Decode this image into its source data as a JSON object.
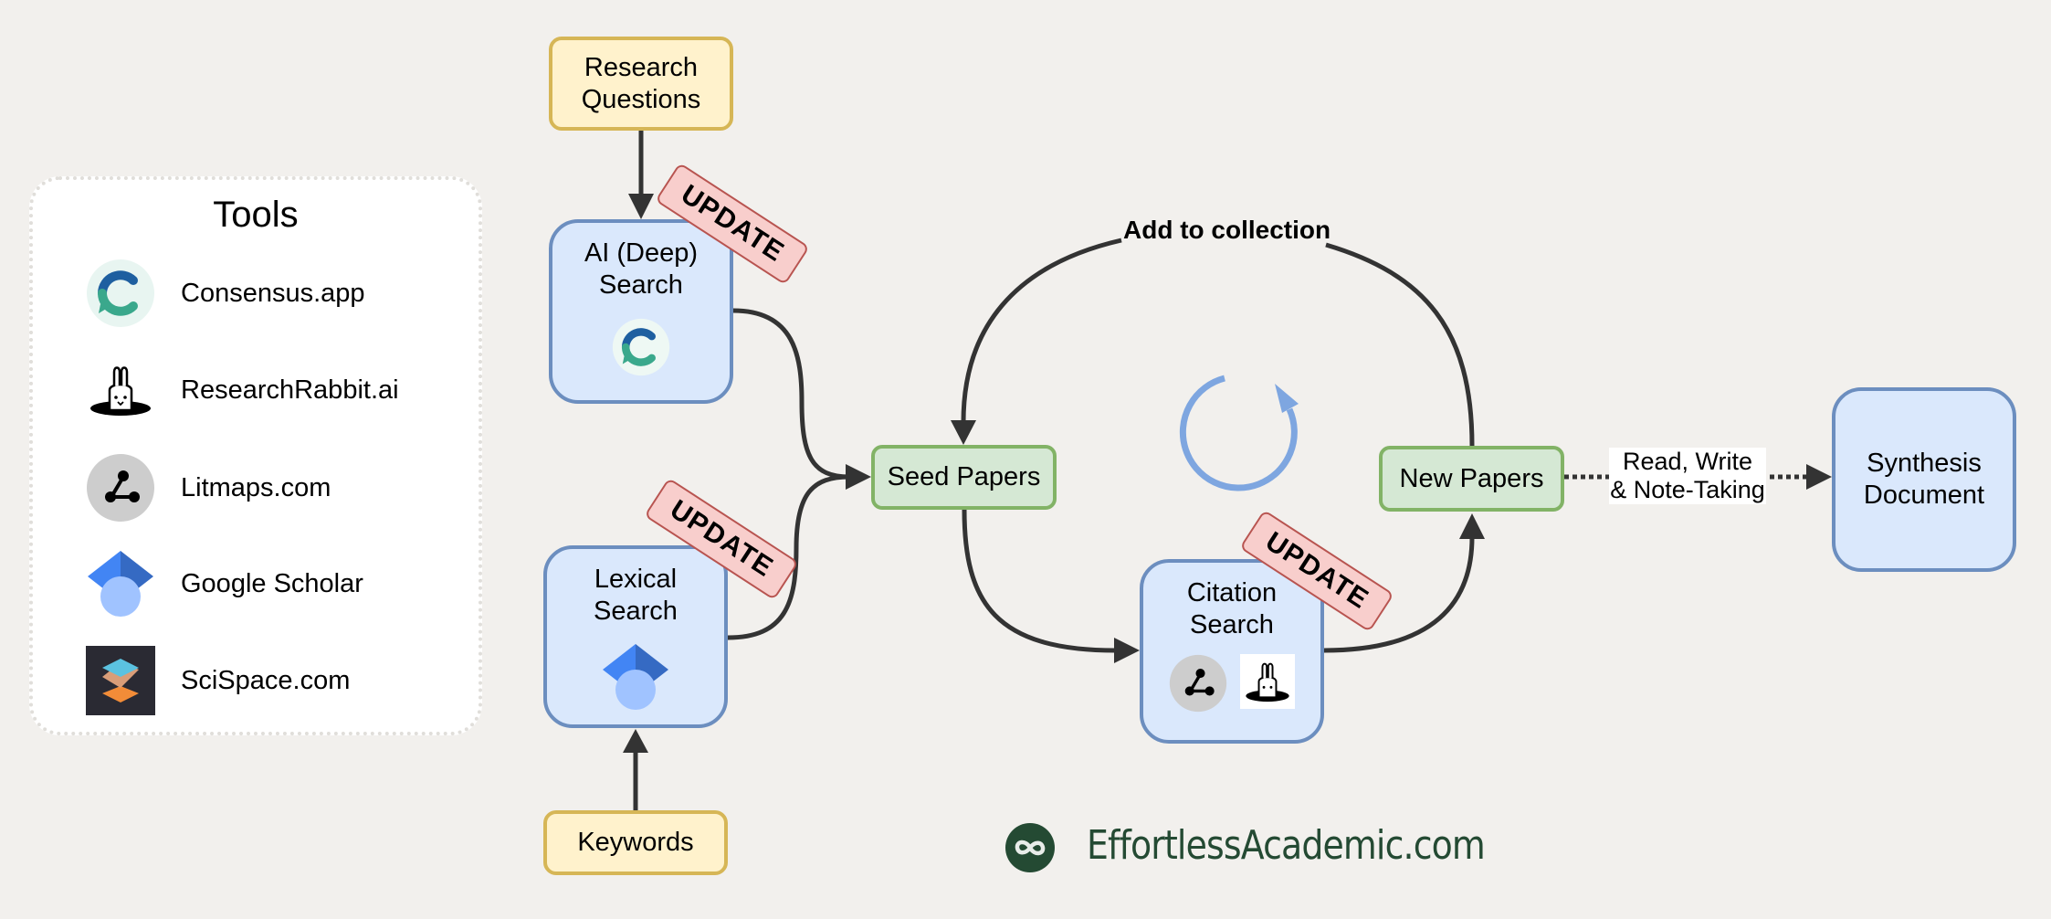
{
  "tools_panel": {
    "title": "Tools",
    "items": [
      {
        "icon": "consensus-icon",
        "label": "Consensus.app"
      },
      {
        "icon": "researchrabbit-icon",
        "label": "ResearchRabbit.ai"
      },
      {
        "icon": "litmaps-icon",
        "label": "Litmaps.com"
      },
      {
        "icon": "google-scholar-icon",
        "label": "Google Scholar"
      },
      {
        "icon": "scispace-icon",
        "label": "SciSpace.com"
      }
    ]
  },
  "nodes": {
    "research_questions": "Research\nQuestions",
    "ai_search": "AI (Deep)\nSearch",
    "lexical_search": "Lexical\nSearch",
    "keywords": "Keywords",
    "seed_papers": "Seed Papers",
    "citation_search": "Citation\nSearch",
    "new_papers": "New Papers",
    "synthesis": "Synthesis\nDocument"
  },
  "badges": {
    "ai_update": "UPDATE",
    "lexical_update": "UPDATE",
    "citation_update": "UPDATE"
  },
  "edges": {
    "add_to_collection": "Add to collection",
    "read_write": "Read, Write\n& Note-Taking"
  },
  "brand": {
    "name": "EffortlessAcademic.com",
    "color": "#244a33"
  },
  "colors": {
    "background": "#f2f0ed",
    "yellow_fill": "#fff2cc",
    "yellow_stroke": "#d6b656",
    "blue_fill": "#dae8fc",
    "blue_stroke": "#6c8ebf",
    "green_fill": "#d5e8d4",
    "green_stroke": "#82b366",
    "update_fill": "#f8cecc",
    "update_stroke": "#b85450",
    "cycle_arrow": "#7ea6e0"
  }
}
